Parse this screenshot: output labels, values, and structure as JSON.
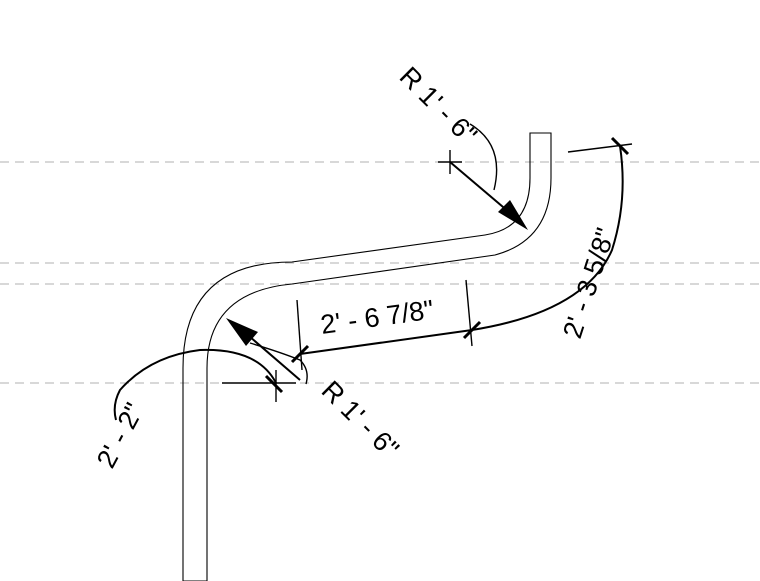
{
  "drawing": {
    "dimensions": {
      "radius_top": "R 1' - 6\"",
      "radius_bottom": "R 1' - 6\"",
      "straight_length": "2' - 6 7/8\"",
      "arc_length": "2' - 3 5/8\"",
      "left_length": "2' - 2\""
    }
  }
}
